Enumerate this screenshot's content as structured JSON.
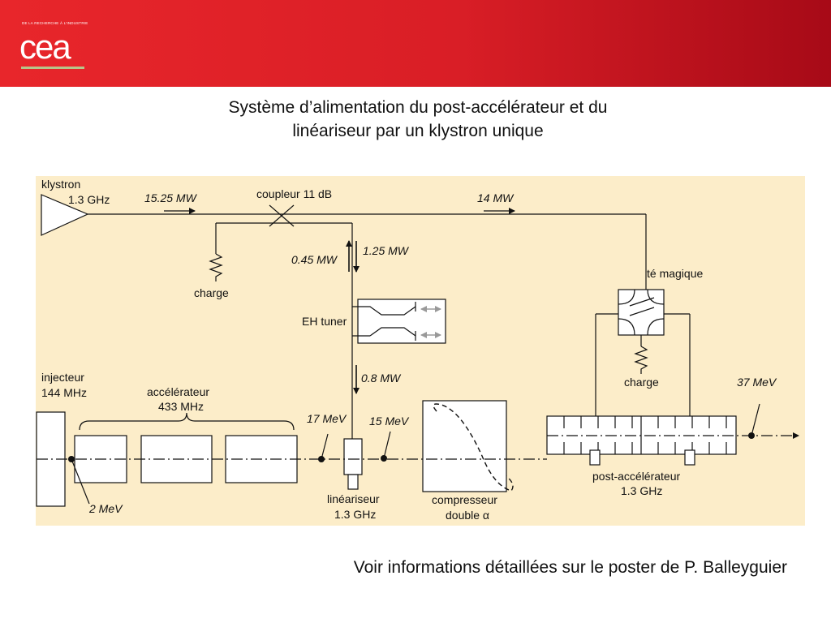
{
  "header": {
    "logo_tagline": "DE LA RECHERCHE À L'INDUSTRIE",
    "logo_text": "cea",
    "brand_color": "#e30613"
  },
  "title": {
    "line1": "Système d’alimentation du post-accélérateur et du",
    "line2": "linéariseur par un klystron unique"
  },
  "diagram": {
    "klystron": "klystron",
    "klystron_freq": "1.3 GHz",
    "power_15_25": "15.25 MW",
    "coupler": "coupleur 11 dB",
    "power_14": "14 MW",
    "power_1_25": "1.25 MW",
    "power_0_45": "0.45 MW",
    "charge_left": "charge",
    "eh_tuner": "EH tuner",
    "magic_tee": "té magique",
    "charge_right": "charge",
    "injector": "injecteur",
    "injector_freq": "144 MHz",
    "accelerator": "accélérateur",
    "accelerator_freq": "433 MHz",
    "power_0_8": "0.8 MW",
    "energy_17": "17 MeV",
    "energy_15": "15 MeV",
    "energy_37": "37 MeV",
    "energy_2": "2 MeV",
    "linearizer": "linéariseur",
    "linearizer_freq": "1.3 GHz",
    "compressor": "compresseur",
    "compressor_sub": "double α",
    "post_accelerator": "post-accélérateur",
    "post_accelerator_freq": "1.3 GHz"
  },
  "footer": {
    "note": "Voir informations détaillées sur le poster de P. Balleyguier"
  }
}
